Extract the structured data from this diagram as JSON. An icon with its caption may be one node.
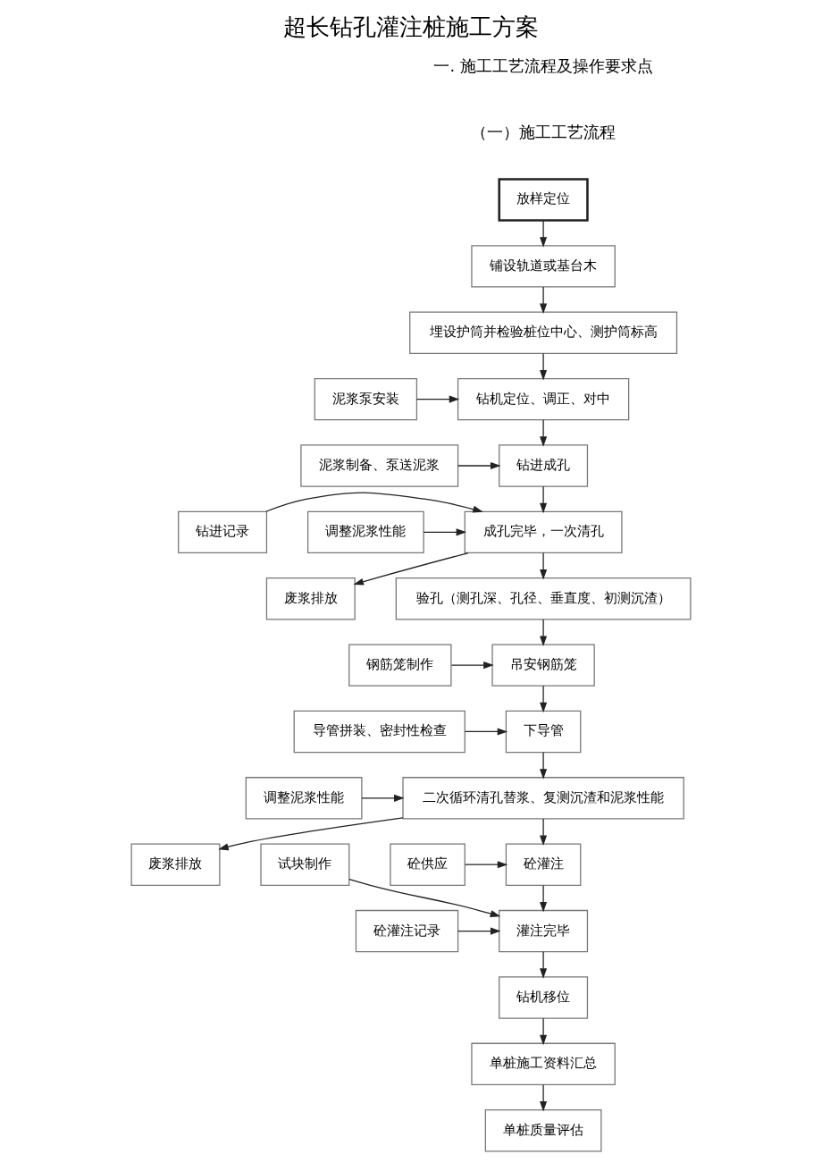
{
  "diagram": {
    "title": "超长钻孔灌注桩施工方案",
    "nodes": [
      {
        "text": [
          "放样定位"
        ]
      },
      {
        "text": [
          "铺设轨道或基台木"
        ]
      },
      {
        "text": [
          "埋设护筒并检验桩位中心、测护筒标高"
        ]
      },
      {
        "text": [
          "泥浆泵安装"
        ]
      },
      {
        "text": [
          "钻机定位、调正、对中"
        ]
      },
      {
        "text": [
          "泥浆制备、泵送泥浆"
        ]
      },
      {
        "text": [
          "钻进成孔"
        ]
      },
      {
        "text": [
          "钻进记录"
        ]
      },
      {
        "text": [
          "调整泥浆性能"
        ]
      },
      {
        "text": [
          "成孔完毕，一次清孔"
        ]
      },
      {
        "text": [
          "废浆排放"
        ]
      },
      {
        "text": [
          "验孔（测孔深、孔径、垂直度、初测沉渣）"
        ]
      },
      {
        "text": [
          "钢筋笼制作"
        ]
      },
      {
        "text": [
          "吊安钢筋笼"
        ]
      },
      {
        "text": [
          "导管拼装、密封性检查"
        ]
      },
      {
        "text": [
          "下导管"
        ]
      },
      {
        "text": [
          "调整泥浆性能"
        ]
      },
      {
        "text": [
          "二次循环清孔替浆、复测沉渣和泥浆性能"
        ]
      },
      {
        "text": [
          "废浆排放"
        ]
      },
      {
        "text": [
          "砼供应"
        ]
      },
      {
        "text": [
          "砼灌注"
        ]
      },
      {
        "text": [
          "试块制作"
        ]
      },
      {
        "text": [
          "砼灌注记录"
        ]
      },
      {
        "text": [
          "灌注完毕"
        ]
      },
      {
        "text": [
          "钻机移位"
        ]
      },
      {
        "text": [
          "单桩施工资料汇总"
        ]
      },
      {
        "text": [
          "单桩质量评估"
        ]
      }
    ],
    "edges": [
      {
        "from": 0,
        "to": 1,
        "arrow": "to"
      },
      {
        "from": 1,
        "to": 2,
        "arrow": "to"
      },
      {
        "from": 2,
        "to": 4,
        "arrow": "to"
      },
      {
        "from": 3,
        "to": 4,
        "arrow": "to"
      },
      {
        "from": 4,
        "to": 6,
        "arrow": "to"
      },
      {
        "from": 5,
        "to": 6,
        "arrow": "to"
      },
      {
        "from": 6,
        "to": 9,
        "arrow": "to"
      },
      {
        "from": 7,
        "to": 9,
        "arrow": "to"
      },
      {
        "from": 8,
        "to": 9,
        "arrow": "to"
      },
      {
        "from": 9,
        "to": 10,
        "arrow": "to"
      },
      {
        "from": 9,
        "to": 11,
        "arrow": "to"
      },
      {
        "from": 11,
        "to": 13,
        "arrow": "to"
      },
      {
        "from": 12,
        "to": 13,
        "arrow": "to"
      },
      {
        "from": 13,
        "to": 15,
        "arrow": "to"
      },
      {
        "from": 14,
        "to": 15,
        "arrow": "to"
      },
      {
        "from": 15,
        "to": 17,
        "arrow": "to"
      },
      {
        "from": 16,
        "to": 17,
        "arrow": "to"
      },
      {
        "from": 17,
        "to": 18,
        "arrow": "to"
      },
      {
        "from": 17,
        "to": 20,
        "arrow": "to"
      },
      {
        "from": 19,
        "to": 20,
        "arrow": "to"
      },
      {
        "from": 20,
        "to": 23,
        "arrow": "to"
      },
      {
        "from": 21,
        "to": 23,
        "arrow": "to"
      },
      {
        "from": 22,
        "to": 23,
        "arrow": "to"
      },
      {
        "from": 23,
        "to": 24,
        "arrow": "to"
      },
      {
        "from": 24,
        "to": 25,
        "arrow": "to"
      },
      {
        "from": 25,
        "to": 26,
        "arrow": "to"
      }
    ],
    "labels": [
      "一. 施工工艺流程及操作要求点",
      "（一）施工工艺流程"
    ]
  }
}
